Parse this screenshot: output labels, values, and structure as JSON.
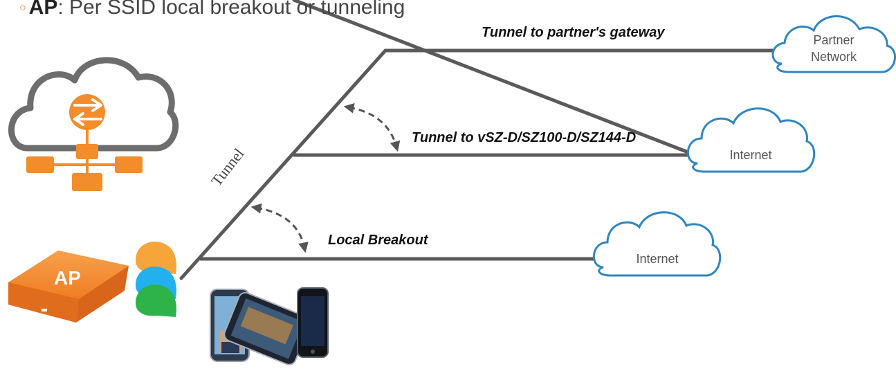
{
  "heading": {
    "bold": "AP",
    "rest": ": Per SSID local breakout or tunneling"
  },
  "labels": {
    "tunnel_partner": "Tunnel to partner's gateway",
    "tunnel_vsz": "Tunnel to vSZ-D/SZ100-D/SZ144-D",
    "local_breakout": "Local Breakout",
    "tunnel": "Tunnel"
  },
  "clouds": {
    "partner": {
      "line1": "Partner",
      "line2": "Network"
    },
    "internet_top": "Internet",
    "internet_bottom": "Internet"
  },
  "ap": {
    "label": "AP"
  },
  "colors": {
    "line": "#5a5a5a",
    "cloud_stroke": "#2f86c0",
    "orange": "#f38c2b",
    "ssid_orange": "#f5a53a",
    "ssid_blue": "#22b0ef",
    "ssid_green": "#2db34a"
  },
  "icons": [
    "controller-cloud-icon",
    "ap-device-icon",
    "ssid-bubbles-icon",
    "mobile-devices-icon"
  ]
}
